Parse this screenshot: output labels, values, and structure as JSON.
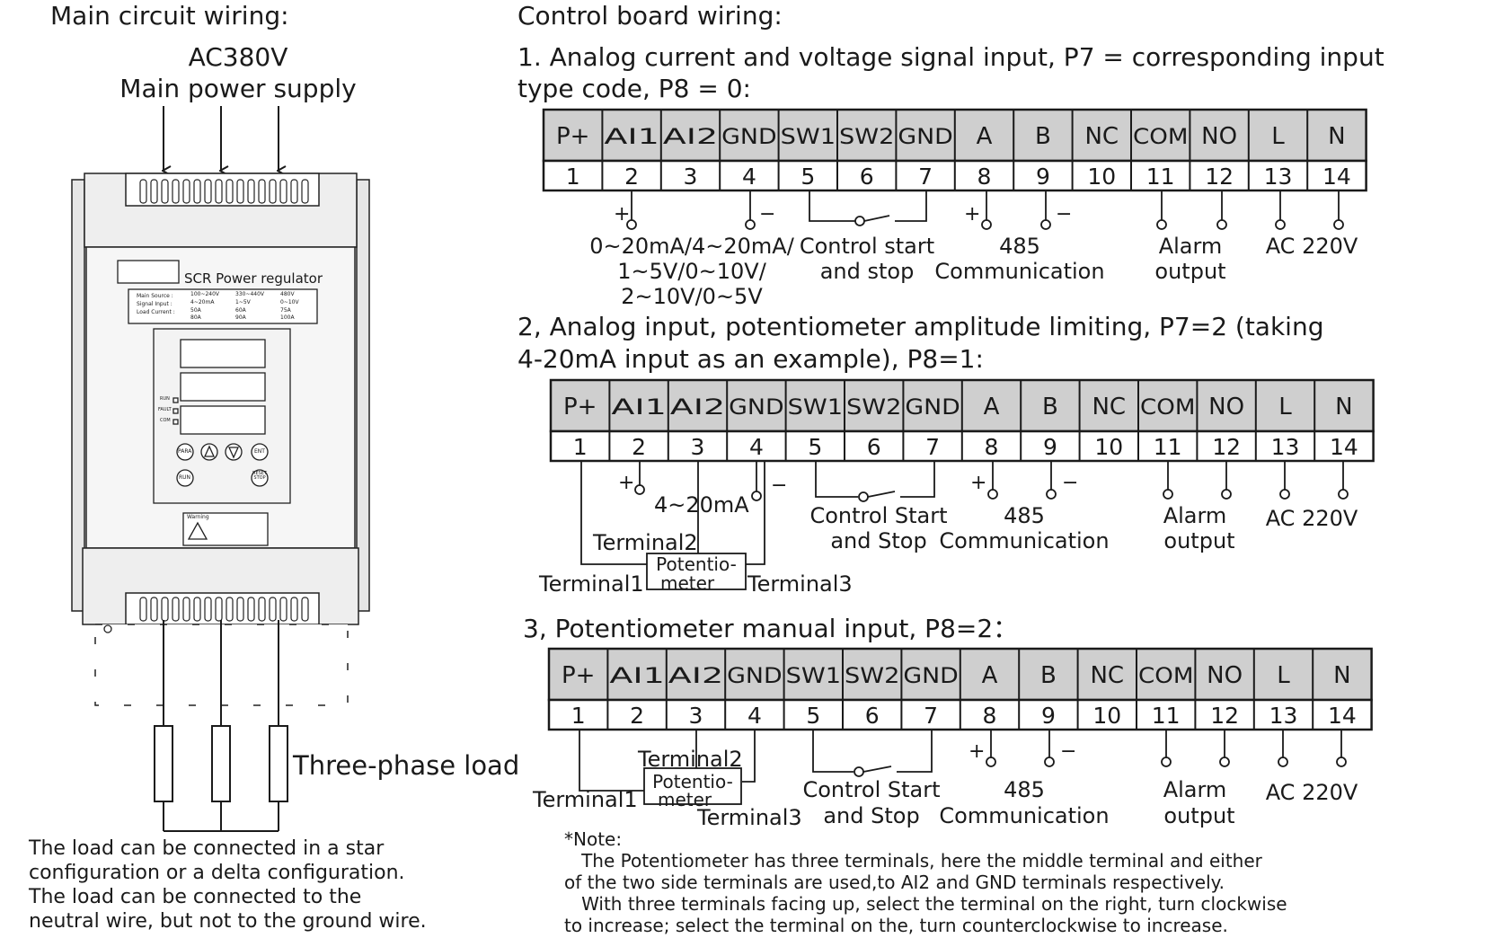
{
  "left": {
    "heading": "Main circuit wiring:",
    "supply_line1": "AC380V",
    "supply_line2": "Main power supply",
    "device": {
      "title": "SCR Power regulator",
      "spec_labels": [
        "Main Source :",
        "Signal Input :",
        "Load Current :"
      ],
      "spec_values": [
        [
          "100~240V",
          "330~440V",
          "480V"
        ],
        [
          "4~20mA",
          "1~5V",
          "0~10V"
        ],
        [
          "50A",
          "60A",
          "75A"
        ],
        [
          "80A",
          "90A",
          "100A"
        ]
      ],
      "leds": [
        "RUN",
        "FAULT",
        "COM"
      ],
      "buttons": [
        "PARA",
        "ENT",
        "RUN",
        "RESET STOP"
      ],
      "warning_title": "Warning"
    },
    "load_label": "Three-phase load",
    "description": [
      "The load can be connected in a star",
      "configuration or a delta configuration.",
      "The load can be connected to the",
      "neutral wire, but not to the ground wire."
    ]
  },
  "right": {
    "heading": "Control board wiring:",
    "terminal_names": [
      "P+",
      "AI1",
      "AI2",
      "GND",
      "SW1",
      "SW2",
      "GND",
      "A",
      "B",
      "NC",
      "COM",
      "NO",
      "L",
      "N"
    ],
    "terminal_numbers": [
      "1",
      "2",
      "3",
      "4",
      "5",
      "6",
      "7",
      "8",
      "9",
      "10",
      "11",
      "12",
      "13",
      "14"
    ],
    "section1": {
      "title_line1": "1. Analog current and voltage signal input, P7 = corresponding input",
      "title_line2": "type code, P8 = 0:",
      "signal_lines": [
        "0~20mA/4~20mA/",
        "1~5V/0~10V/",
        "2~10V/0~5V"
      ],
      "control": [
        "Control start",
        "and stop"
      ],
      "comm": [
        "485",
        "Communication"
      ],
      "alarm": [
        "Alarm",
        "output"
      ],
      "power": "AC 220V"
    },
    "section2": {
      "title_line1": "2, Analog input, potentiometer amplitude limiting, P7=2 (taking",
      "title_line2": "4-20mA input as an example), P8=1:",
      "signal": "4~20mA",
      "terminal1": "Terminal1",
      "terminal2": "Terminal2",
      "terminal3": "Terminal3",
      "pot": [
        "Potentio-",
        "meter"
      ],
      "control": [
        "Control Start",
        "and Stop"
      ],
      "comm": [
        "485",
        "Communication"
      ],
      "alarm": [
        "Alarm",
        "output"
      ],
      "power": "AC 220V"
    },
    "section3": {
      "title": "3, Potentiometer manual input, P8=2：",
      "terminal1": "Terminal1",
      "terminal2": "Terminal2",
      "terminal3": "Terminal3",
      "pot": [
        "Potentio-",
        "meter"
      ],
      "control": [
        "Control Start",
        "and Stop"
      ],
      "comm": [
        "485",
        "Communication"
      ],
      "alarm": [
        "Alarm",
        "output"
      ],
      "power": "AC 220V"
    },
    "note": [
      "*Note:",
      "   The Potentiometer has three terminals, here the middle terminal and either",
      "of the two side terminals are used,to AI2 and GND terminals respectively.",
      "   With three terminals facing up, select the terminal on the right, turn clockwise",
      "to increase; select the terminal on the, turn counterclockwise to increase."
    ]
  }
}
